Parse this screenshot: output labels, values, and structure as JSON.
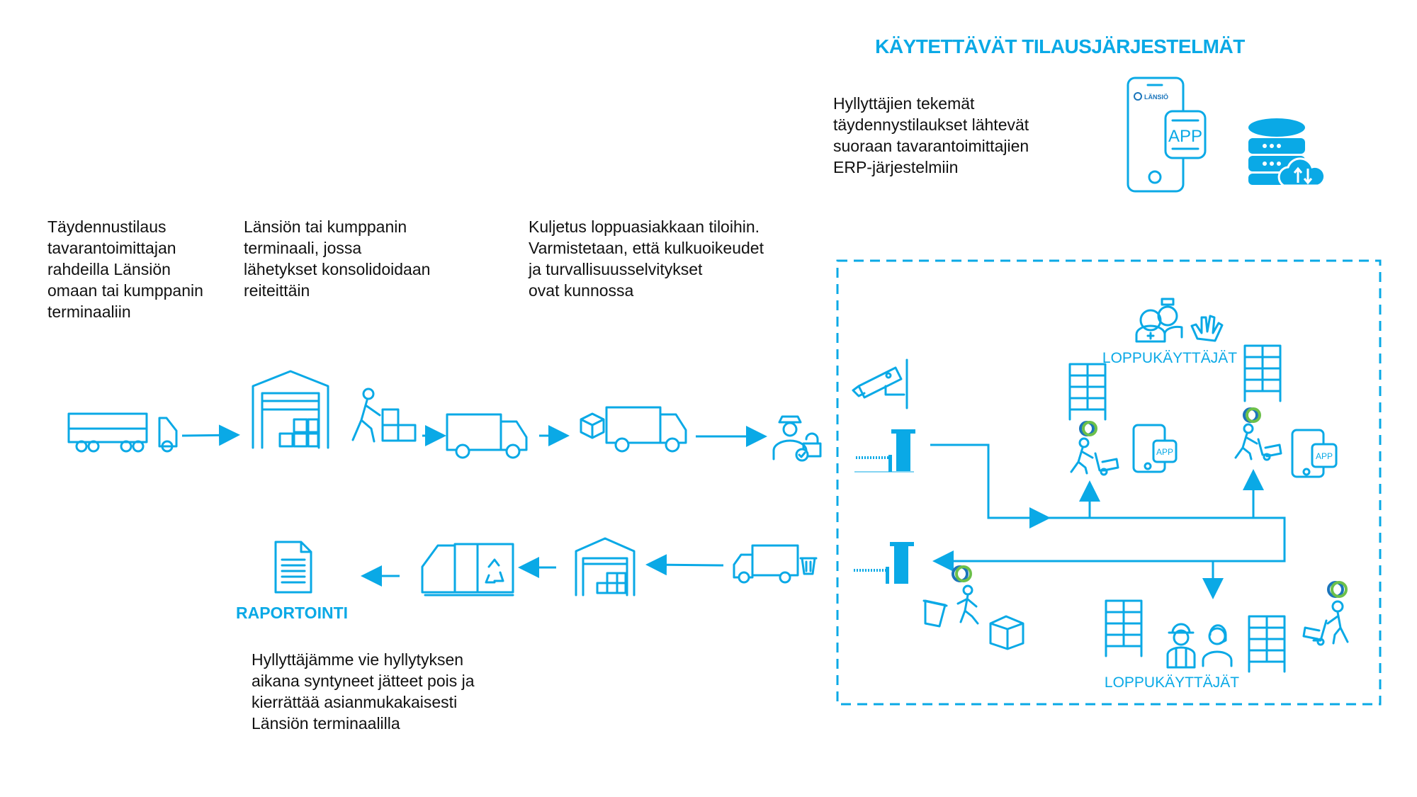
{
  "order_systems": {
    "title": "KÄYTETTÄVÄT TILAUSJÄRJESTELMÄT",
    "description": [
      "Hyllyttäjien tekemät",
      "täydennystilaukset lähtevät",
      "suoraan tavarantoimittajien",
      "ERP-järjestelmiin"
    ],
    "app_label": "APP",
    "brand_label": "LÄNSIÖ"
  },
  "steps": {
    "supplier_delivery": [
      "Täydennustilaus",
      "tavarantoimittajan",
      "rahdeilla Länsiön",
      "omaan tai kumppanin",
      "terminaaliin"
    ],
    "terminal": [
      "Länsiön tai kumppanin",
      "terminaali, jossa",
      "lähetykset konsolidoidaan",
      "reiteittäin"
    ],
    "transport": [
      "Kuljetus loppuasiakkaan tiloihin.",
      "Varmistetaan, että kulkuoikeudet",
      "ja turvallisuusselvitykset",
      "ovat kunnossa"
    ],
    "waste": [
      "Hyllyttäjämme vie hyllytyksen",
      "aikana syntyneet jätteet pois ja",
      "kierrättää asianmukakaisesti",
      "Länsiön terminaalilla"
    ]
  },
  "labels": {
    "reporting": "RAPORTOINTI",
    "end_users_top": "LOPPUKÄYTTÄJÄT",
    "end_users_bottom": "LOPPUKÄYTTÄJÄT"
  },
  "colors": {
    "accent": "#0aa9e6",
    "brand_green": "#6cc04a",
    "brand_blue": "#1b75bb"
  }
}
